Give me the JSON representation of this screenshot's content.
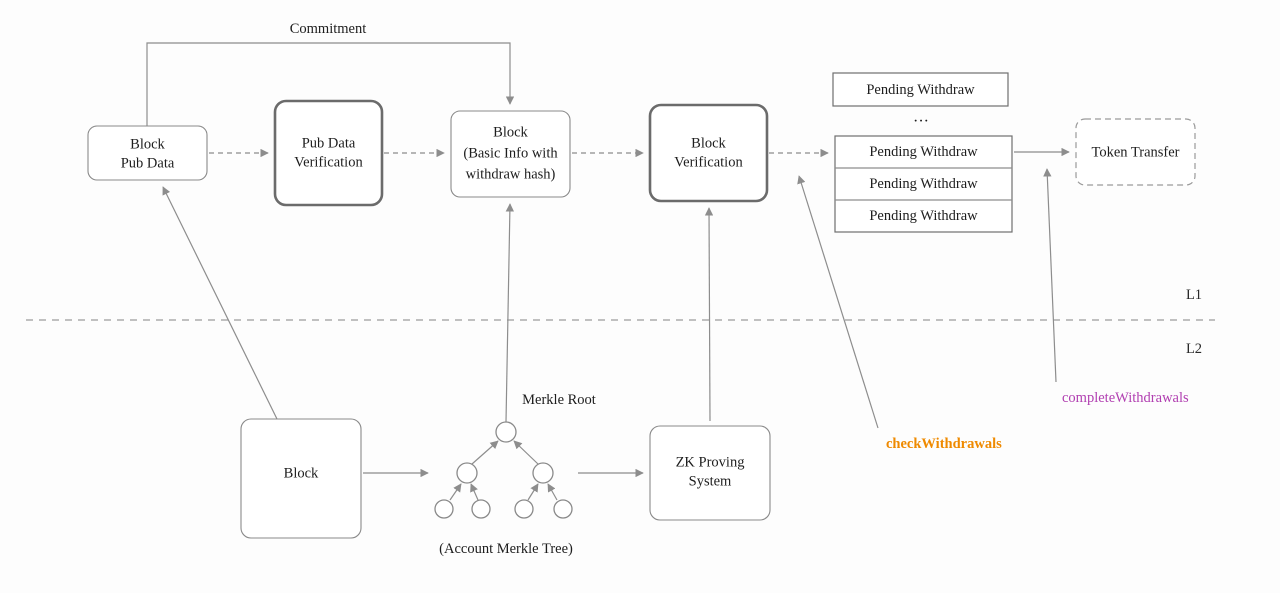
{
  "diagram": {
    "title": "L1/L2 block commitment, verification and withdrawal flow",
    "colors": {
      "box_stroke": "#8a8a8a",
      "thick_box_stroke": "#6b6b6b",
      "edge": "#8d8d8d",
      "text": "#1d1d1d",
      "check_withdrawals": "#ef8a00",
      "complete_withdrawals": "#b13fb1",
      "background": "#fdfdfd"
    },
    "nodes": {
      "block_pub_data": {
        "line1": "Block",
        "line2": "Pub Data"
      },
      "pub_data_verification": {
        "line1": "Pub Data",
        "line2": "Verification"
      },
      "block_basic_info": {
        "line1": "Block",
        "line2": "(Basic Info with",
        "line3": "withdraw hash)"
      },
      "block_verification": {
        "line1": "Block",
        "line2": "Verification"
      },
      "token_transfer": {
        "line1": "Token Transfer"
      },
      "block_bottom": {
        "line1": "Block"
      },
      "zk_proving_system": {
        "line1": "ZK Proving",
        "line2": "System"
      }
    },
    "pending_withdraw": {
      "top_item": "Pending Withdraw",
      "ellipsis": "···",
      "stack_items": [
        "Pending Withdraw",
        "Pending Withdraw",
        "Pending Withdraw"
      ]
    },
    "labels": {
      "commitment": "Commitment",
      "merkle_root": "Merkle Root",
      "account_merkle_tree": "(Account Merkle Tree)",
      "layer_l1": "L1",
      "layer_l2": "L2",
      "check_withdrawals": "checkWithdrawals",
      "complete_withdrawals": "completeWithdrawals"
    }
  }
}
